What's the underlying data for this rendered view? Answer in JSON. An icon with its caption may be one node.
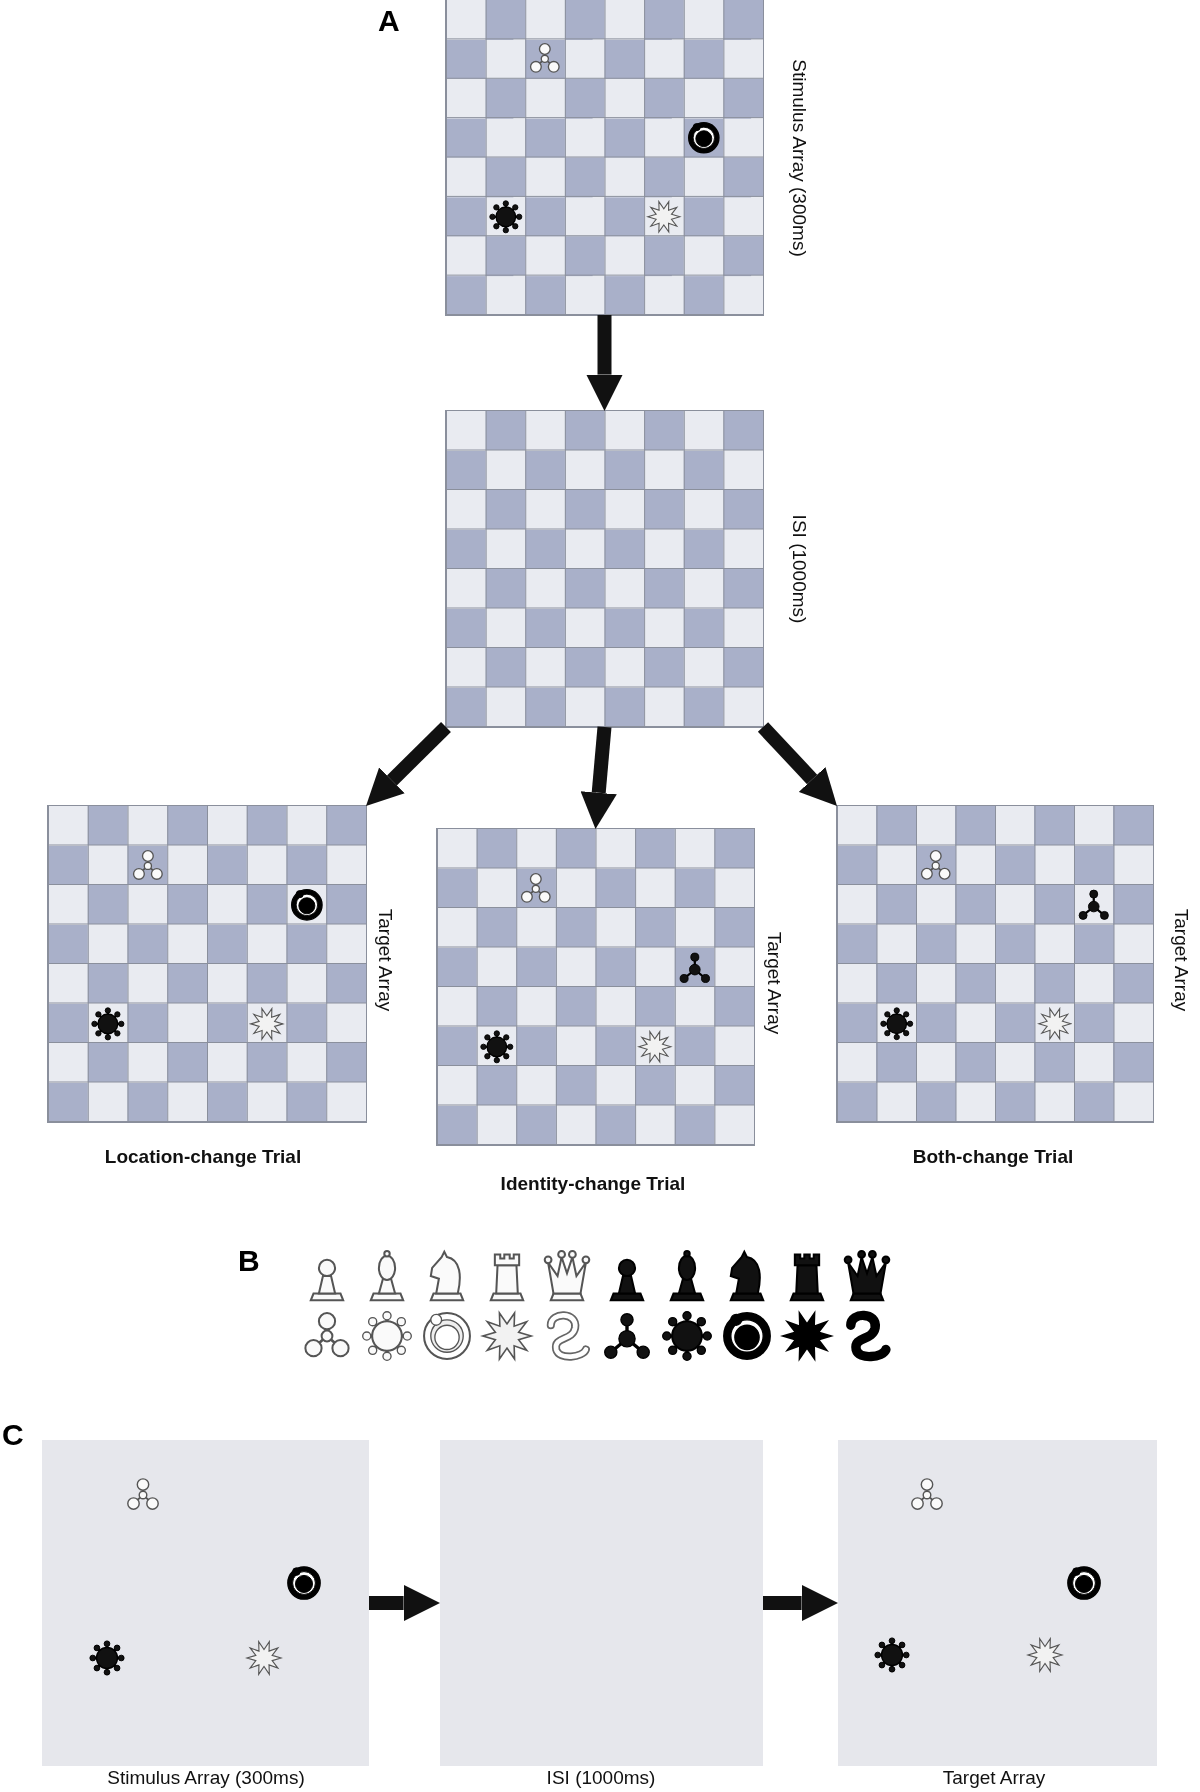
{
  "diagram": {
    "nodes": [
      {
        "text": [],
        "shape": "picture",
        "beside": [
          "Stimulus Array (300ms)"
        ]
      },
      {
        "text": [],
        "shape": "picture",
        "beside": [
          "ISI (1000ms)"
        ]
      },
      {
        "text": [],
        "shape": "picture",
        "beside": [
          "Target Array",
          "Location-change Trial"
        ]
      },
      {
        "text": [],
        "shape": "picture",
        "beside": [
          "Target Array",
          "Identity-change Trial"
        ]
      },
      {
        "text": [],
        "shape": "picture",
        "beside": [
          "Target Array",
          "Both-change Trial"
        ]
      },
      {
        "text": [],
        "shape": "box",
        "beside": [
          "Stimulus Array (300ms)"
        ]
      },
      {
        "text": [],
        "shape": "box",
        "beside": [
          "ISI (1000ms)"
        ]
      },
      {
        "text": [],
        "shape": "box",
        "beside": [
          "Target Array"
        ]
      }
    ],
    "edges": [
      {
        "from": 0,
        "to": 1,
        "arrow": "to"
      },
      {
        "from": 1,
        "to": 2,
        "arrow": "to"
      },
      {
        "from": 1,
        "to": 3,
        "arrow": "to"
      },
      {
        "from": 1,
        "to": 4,
        "arrow": "to"
      },
      {
        "from": 5,
        "to": 6,
        "arrow": "to"
      },
      {
        "from": 6,
        "to": 7,
        "arrow": "to"
      }
    ],
    "labels": [
      "A",
      "B",
      "C"
    ]
  }
}
